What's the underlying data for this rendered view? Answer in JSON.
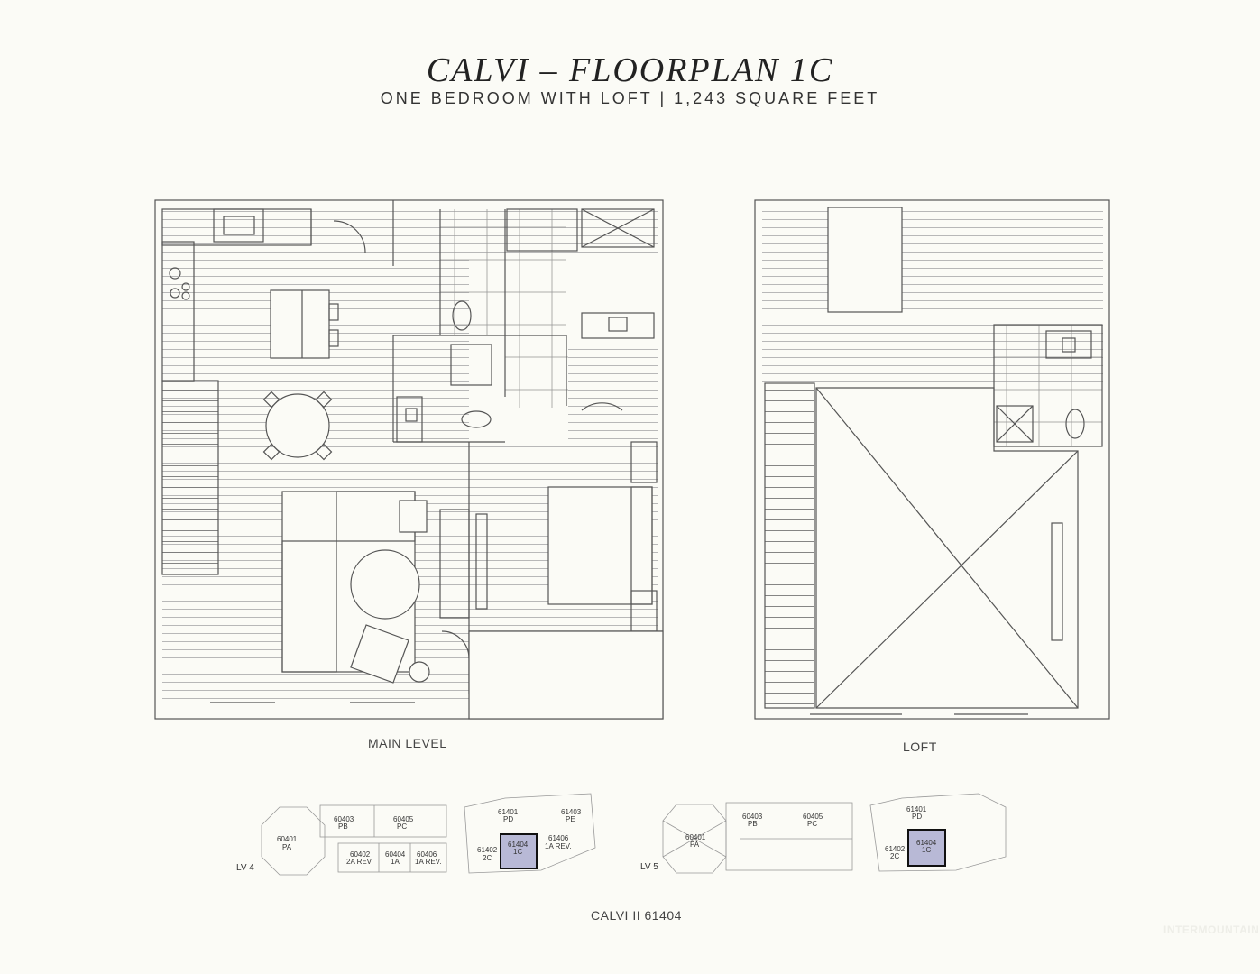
{
  "header": {
    "title": "CALVI – FLOORPLAN 1C",
    "subtitle": "ONE BEDROOM WITH LOFT | 1,243 SQUARE FEET"
  },
  "plans": {
    "main_label": "MAIN LEVEL",
    "loft_label": "LOFT"
  },
  "key_plans": {
    "lv4": {
      "level": "LV 4",
      "units": [
        {
          "num": "60403",
          "type": "PB"
        },
        {
          "num": "60405",
          "type": "PC"
        },
        {
          "num": "60401",
          "type": "PA"
        },
        {
          "num": "60402",
          "type": "2A REV."
        },
        {
          "num": "60404",
          "type": "1A"
        },
        {
          "num": "60406",
          "type": "1A REV."
        }
      ],
      "upper_units": [
        {
          "num": "61401",
          "type": "PD"
        },
        {
          "num": "61403",
          "type": "PE"
        },
        {
          "num": "61402",
          "type": "2C"
        },
        {
          "num": "61404",
          "type": "1C"
        },
        {
          "num": "61406",
          "type": "1A REV."
        }
      ]
    },
    "lv5": {
      "level": "LV 5",
      "units": [
        {
          "num": "60403",
          "type": "PB"
        },
        {
          "num": "60405",
          "type": "PC"
        },
        {
          "num": "60401",
          "type": "PA"
        }
      ],
      "upper_units": [
        {
          "num": "61401",
          "type": "PD"
        },
        {
          "num": "61402",
          "type": "2C"
        },
        {
          "num": "61404",
          "type": "1C"
        }
      ]
    },
    "highlight_color": "#b8b9d6",
    "caption": "CALVI II 61404"
  },
  "watermark": "INTERMOUNTAIN"
}
